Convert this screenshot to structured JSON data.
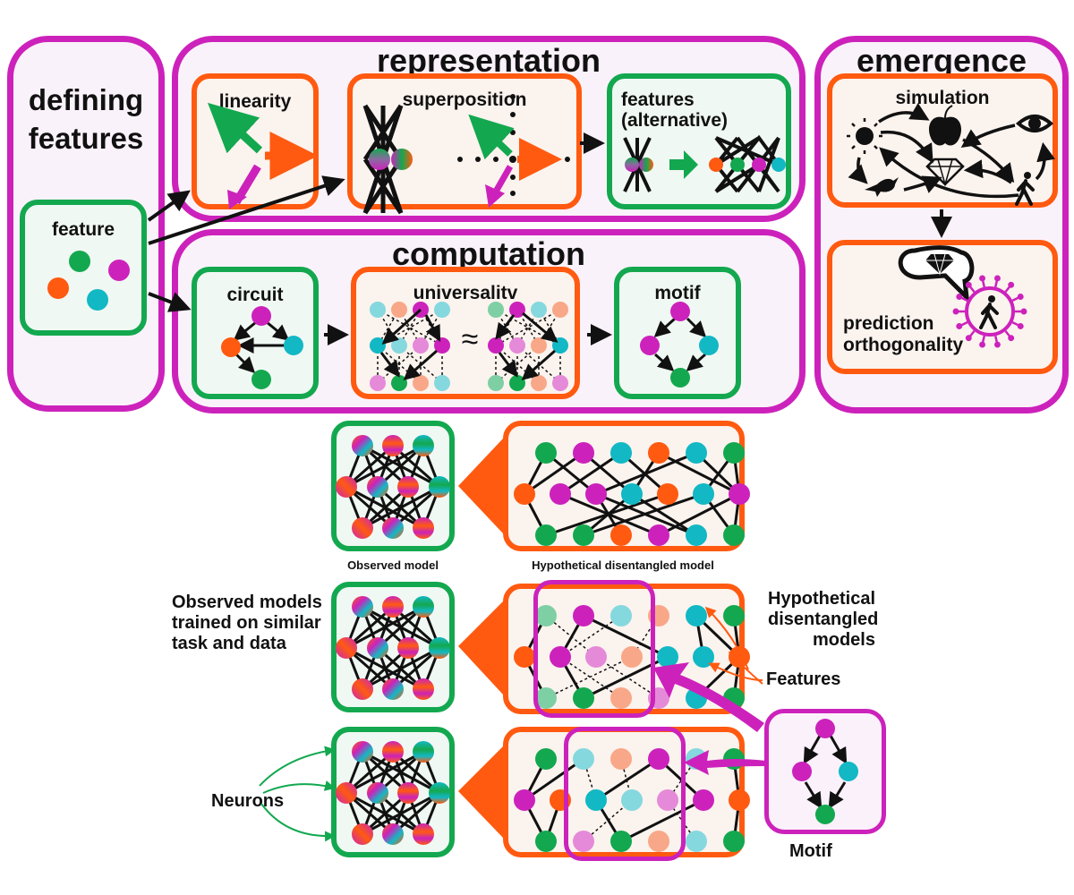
{
  "sections": {
    "defining_features": {
      "title": "defining features",
      "feature_box": {
        "label": "feature"
      }
    },
    "representation": {
      "title": "representation",
      "panels": [
        {
          "label": "linearity"
        },
        {
          "label": "superposition"
        },
        {
          "label": "features (alternative)"
        }
      ]
    },
    "computation": {
      "title": "computation",
      "panels": [
        {
          "label": "circuit"
        },
        {
          "label": "universalitv",
          "relation_symbol": "≈"
        },
        {
          "label": "motif"
        }
      ]
    },
    "emergence": {
      "title": "emergence",
      "panels": [
        {
          "label": "simulation",
          "icons": [
            "sun-icon",
            "apple-icon",
            "eye-icon",
            "diamond-icon",
            "bird-icon",
            "walking-person-icon"
          ]
        },
        {
          "label": "prediction orthogonality",
          "icons": [
            "thought-bubble-icon",
            "diamond-icon",
            "virus-icon",
            "walking-person-icon"
          ]
        }
      ]
    }
  },
  "lower_figure": {
    "row1": {
      "observed_caption": "Observed model",
      "hypothetical_caption": "Hypothetical disentangled model"
    },
    "row2": {
      "left_text": "Observed models trained on similar task and data",
      "right_text": "Hypothetical disentangled models",
      "features_label": "Features"
    },
    "row3": {
      "neurons_label": "Neurons",
      "motif_label": "Motif"
    }
  },
  "colors": {
    "magenta": "#cc22bb",
    "orange": "#ff5a10",
    "green": "#13a84f",
    "cyan": "#12b8c4",
    "light_green": "#7fcfa5",
    "light_cyan": "#85d8de",
    "light_orange": "#f8a888",
    "light_magenta": "#e58ad8"
  }
}
